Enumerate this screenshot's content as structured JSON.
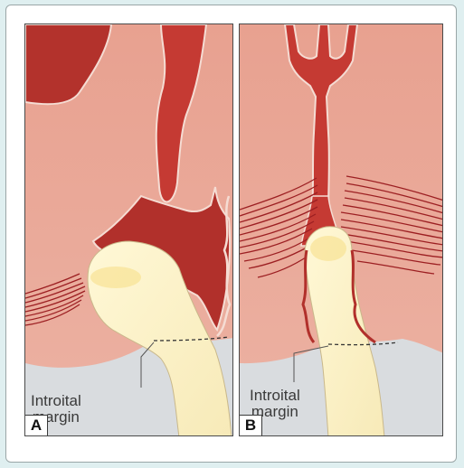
{
  "panels": [
    {
      "label": "A",
      "annotation": {
        "line1": "Introital",
        "line2": "margin"
      }
    },
    {
      "label": "B",
      "annotation": {
        "line1": "Introital",
        "line2": "margin"
      }
    }
  ],
  "colors": {
    "background": "#dfeff0",
    "tissue": "#e9a99a",
    "tissue_dark": "#b5332c",
    "lumen": "#c4413a",
    "skin": "#d9dcdf",
    "instrument": "#fbf2c8",
    "muscle_fibres": "#9c1f22"
  }
}
